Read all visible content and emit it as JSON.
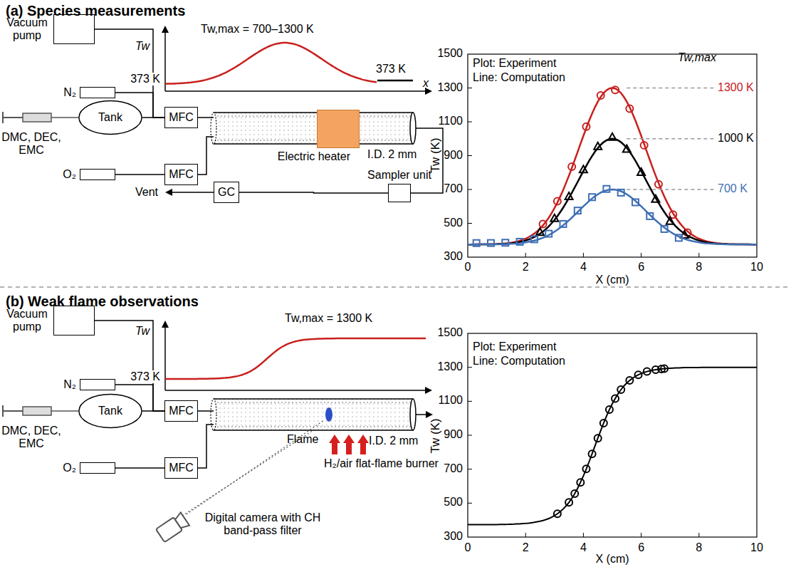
{
  "diagram": {
    "nodes": [
      {
        "text": [
          "Vacuum pump"
        ]
      },
      {
        "text": [
          "N₂"
        ]
      },
      {
        "text": [
          "Tank"
        ]
      },
      {
        "text": [
          "MFC"
        ]
      },
      {
        "text": [
          "O₂"
        ]
      },
      {
        "text": [
          "MFC"
        ]
      },
      {
        "text": [
          "Electric heater"
        ]
      },
      {
        "text": [
          "Sampler unit"
        ]
      },
      {
        "text": [
          "GC"
        ]
      },
      {
        "text": [
          "Vacuum pump"
        ]
      },
      {
        "text": [
          "N₂"
        ]
      },
      {
        "text": [
          "Tank"
        ]
      },
      {
        "text": [
          "MFC"
        ]
      },
      {
        "text": [
          "O₂"
        ]
      },
      {
        "text": [
          "MFC"
        ]
      }
    ],
    "edges": [
      {
        "from": 0,
        "to": 3,
        "arrow": "none"
      },
      {
        "from": 1,
        "to": 3,
        "arrow": "none"
      },
      {
        "from": 2,
        "to": 3,
        "arrow": "none"
      },
      {
        "from": 4,
        "to": 5,
        "arrow": "none"
      },
      {
        "from": 7,
        "to": 8,
        "arrow": "none"
      },
      {
        "from": 9,
        "to": 12,
        "arrow": "none"
      },
      {
        "from": 10,
        "to": 12,
        "arrow": "none"
      },
      {
        "from": 11,
        "to": 12,
        "arrow": "none"
      },
      {
        "from": 13,
        "to": 14,
        "arrow": "none"
      }
    ],
    "labels": [
      "(a) Species measurements",
      "DMC, DEC, EMC",
      "Tw",
      "Tw,max = 700–1300 K",
      "373 K",
      "373 K",
      "x",
      "I.D. 2 mm",
      "Vent",
      "Plot: Experiment",
      "Line: Computation",
      "Tw,max",
      "1300 K",
      "1000 K",
      "700 K",
      "1500",
      "1300",
      "1100",
      "900",
      "700",
      "500",
      "300",
      "0",
      "2",
      "4",
      "6",
      "8",
      "10",
      "Tw (K)",
      "X (cm)",
      "(b) Weak flame observations",
      "DMC, DEC, EMC",
      "Tw",
      "Tw,max = 1300 K",
      "373 K",
      "Flame",
      "I.D. 2 mm",
      "H₂/air flat-flame burner",
      "Digital camera with CH band-pass filter",
      "Plot: Experiment",
      "Line: Computation",
      "1500",
      "1300",
      "1100",
      "900",
      "700",
      "500",
      "300",
      "0",
      "2",
      "4",
      "6",
      "8",
      "10",
      "Tw (K)",
      "X (cm)"
    ]
  }
}
